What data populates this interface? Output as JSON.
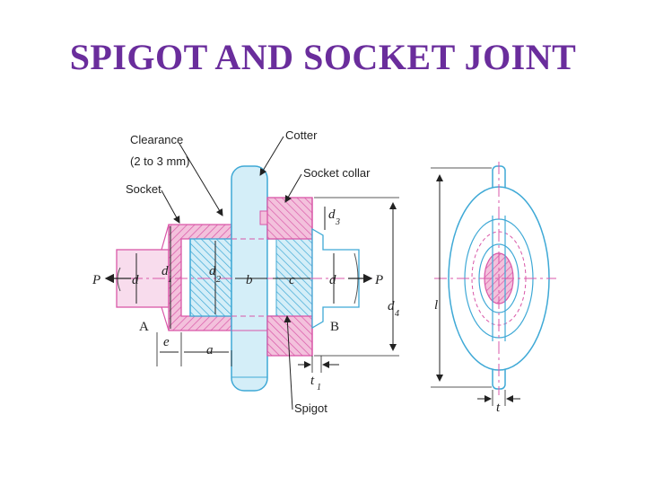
{
  "title": "SPIGOT AND SOCKET JOINT",
  "colors": {
    "title": "#6a2d9c",
    "pink": "#d957a8",
    "pink_fill": "#f3c1dc",
    "cyan": "#3fa9d6",
    "cyan_fill": "#bfe6f4",
    "ink": "#222222"
  },
  "labels": {
    "clearance_line1": "Clearance",
    "clearance_line2": "(2 to 3 mm)",
    "cotter": "Cotter",
    "socket": "Socket",
    "socket_collar": "Socket collar",
    "spigot": "Spigot",
    "point_a": "A",
    "point_b": "B"
  },
  "dimensions": {
    "load_left": "P",
    "load_right": "P",
    "d": "d",
    "d_right": "d",
    "d1": "d",
    "d1_sub": "1",
    "d2": "d",
    "d2_sub": "2",
    "d3": "d",
    "d3_sub": "3",
    "d4": "d",
    "d4_sub": "4",
    "b": "b",
    "c": "c",
    "e": "e",
    "a": "a",
    "t1": "t",
    "t1_sub": "1",
    "l": "l",
    "t": "t"
  }
}
